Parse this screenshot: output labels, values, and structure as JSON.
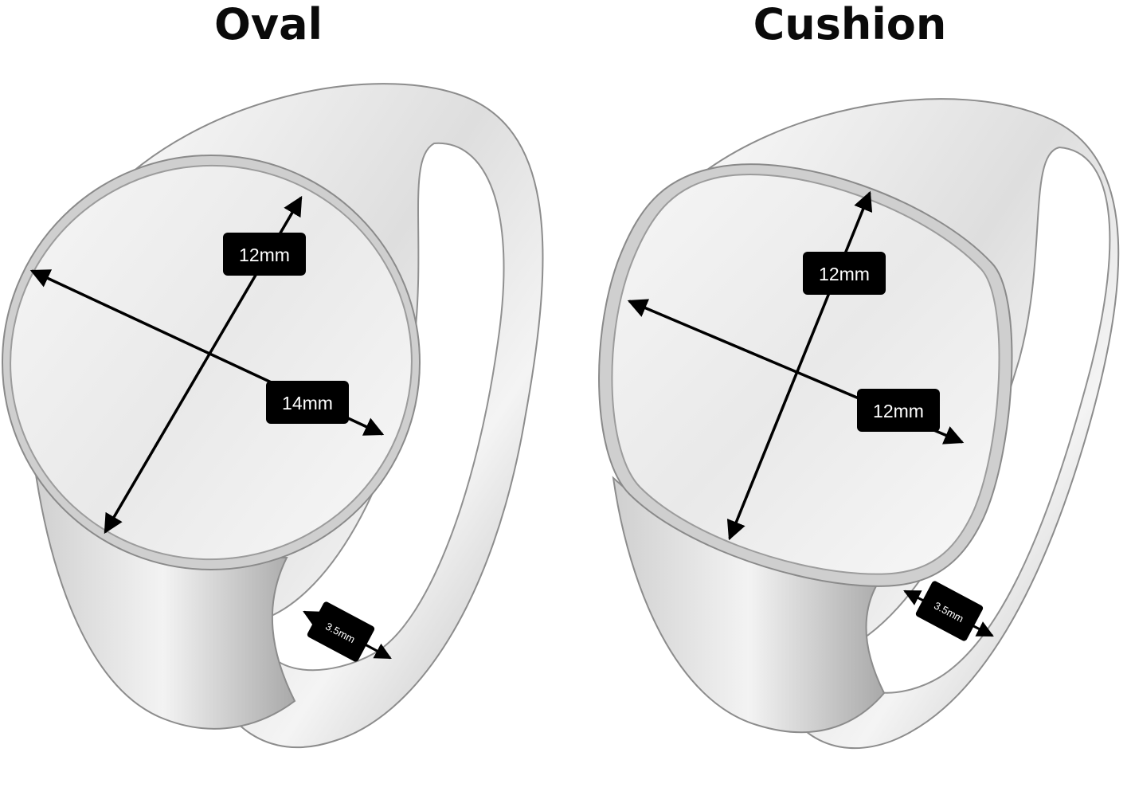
{
  "rings": [
    {
      "title": "Oval",
      "height_label": "12mm",
      "width_label": "14mm",
      "band_label": "3.5mm"
    },
    {
      "title": "Cushion",
      "height_label": "12mm",
      "width_label": "12mm",
      "band_label": "3.5mm"
    }
  ],
  "colors": {
    "label_bg": "#000000",
    "label_text": "#ffffff",
    "metal_light": "#f2f2f2",
    "metal_mid": "#d4d4d4",
    "metal_dark": "#9a9a9a"
  }
}
